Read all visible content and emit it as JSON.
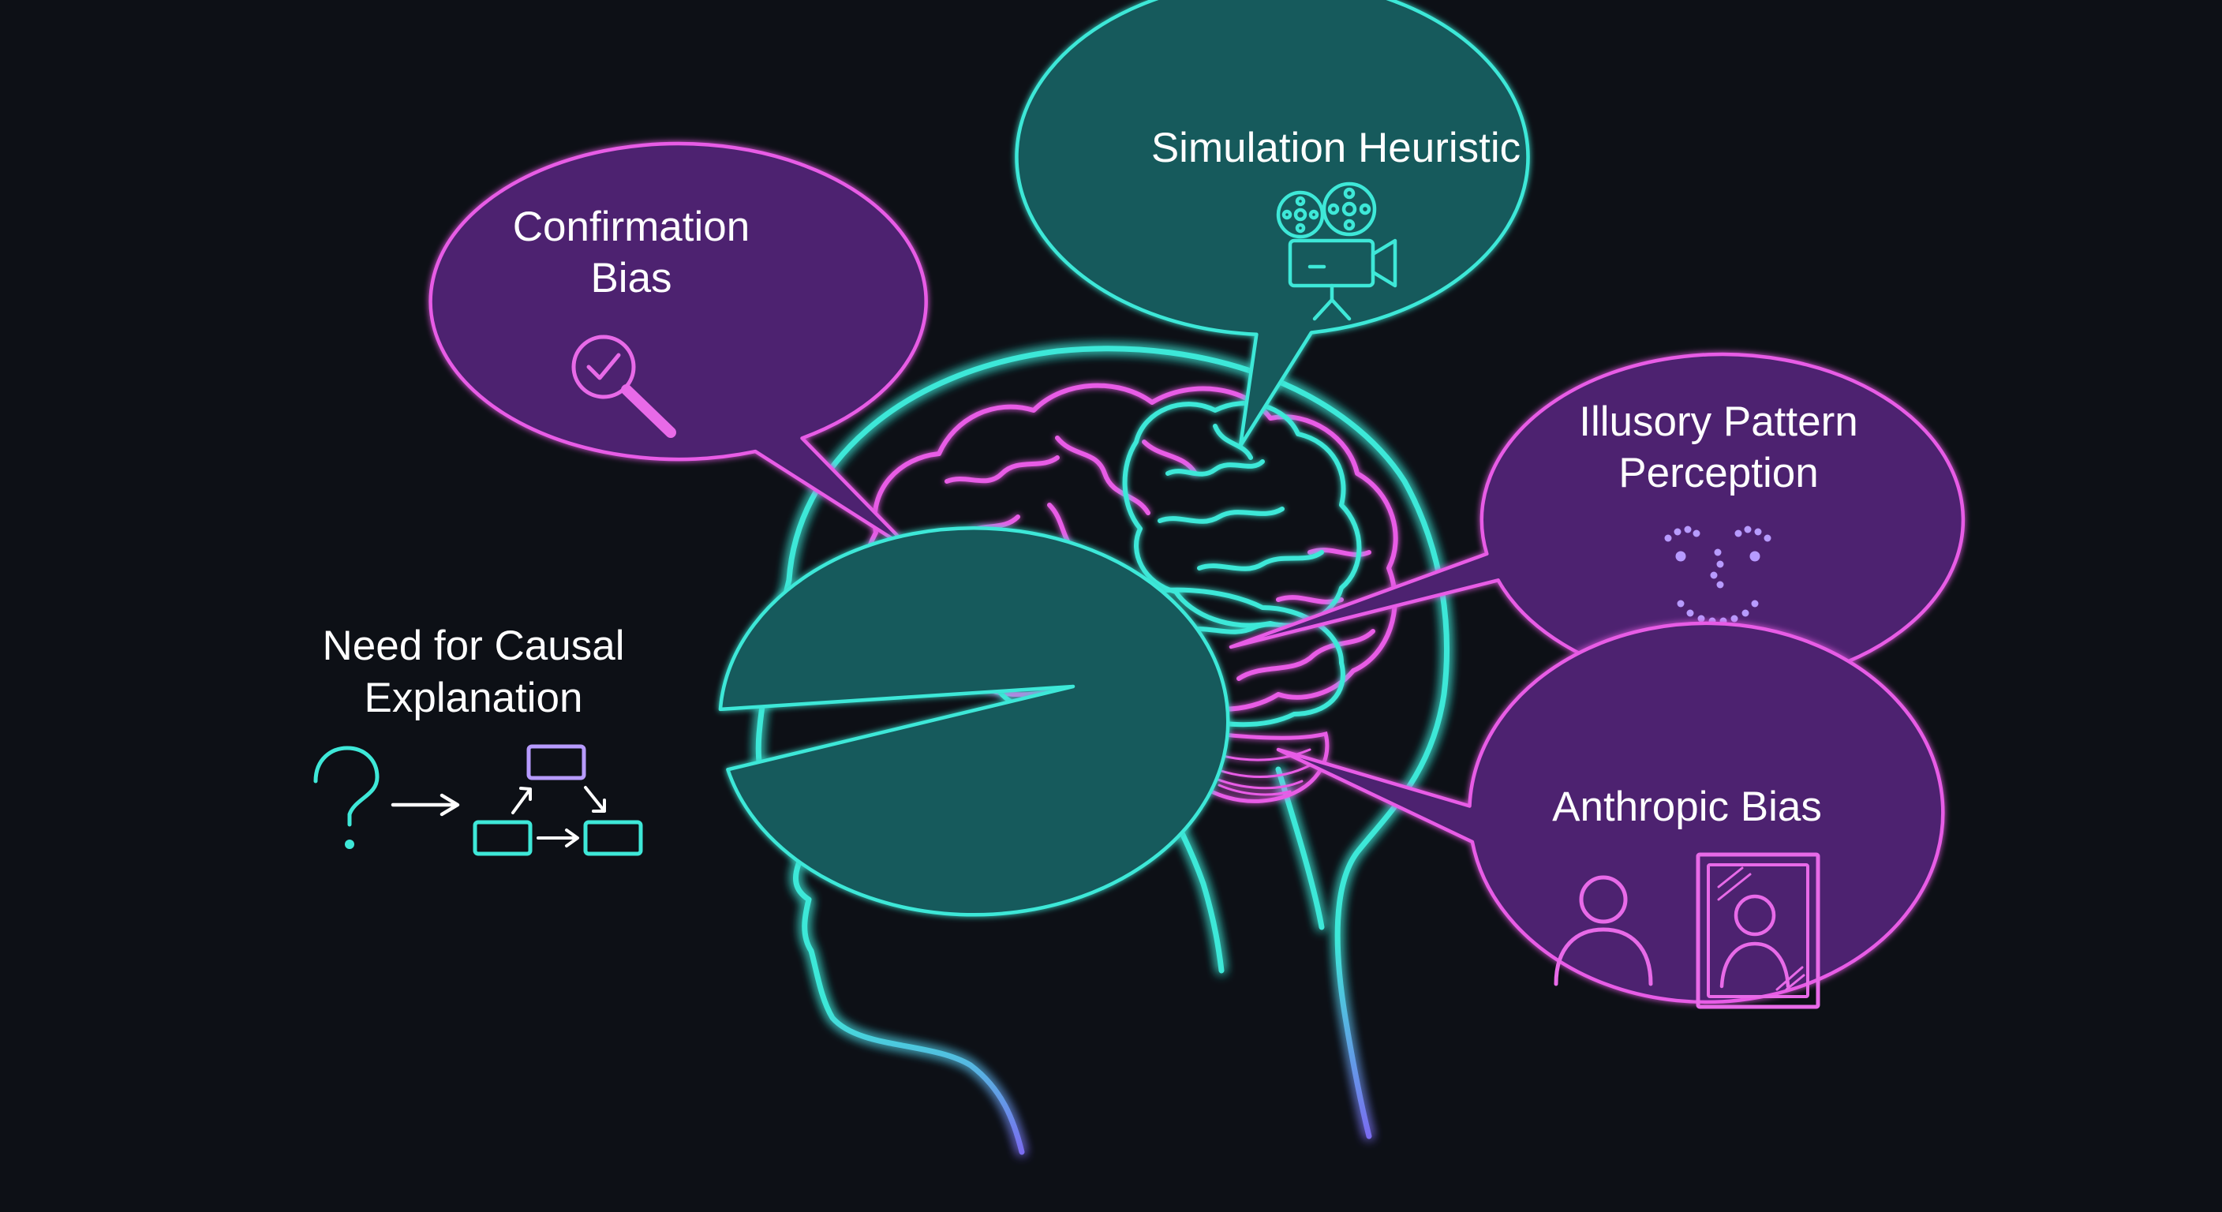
{
  "colors": {
    "background": "#0d1016",
    "teal": "#3ee8d8",
    "magenta": "#e85ce6",
    "teal_fill": "#145a5c",
    "purple_fill": "#4e2470",
    "icon_lavender": "#b79bff",
    "icon_pink": "#e86ae8"
  },
  "bubbles": [
    {
      "id": "confirmation_bias",
      "style": "purple",
      "lines": [
        "Confirmation",
        "Bias"
      ],
      "icon": "magnifier-check-icon"
    },
    {
      "id": "simulation_heuristic",
      "style": "teal",
      "lines": [
        "Simulation Heuristic"
      ],
      "icon": "film-camera-icon"
    },
    {
      "id": "illusory_pattern_perception",
      "style": "purple",
      "lines": [
        "Illusory Pattern",
        "Perception"
      ],
      "icon": "dotted-face-icon"
    },
    {
      "id": "need_for_causal_explanation",
      "style": "teal",
      "lines": [
        "Need for Causal",
        "Explanation"
      ],
      "icon": "question-to-flowchart-icon"
    },
    {
      "id": "anthropic_bias",
      "style": "purple",
      "lines": [
        "Anthropic Bias"
      ],
      "icon": "person-and-mirror-icon"
    }
  ]
}
